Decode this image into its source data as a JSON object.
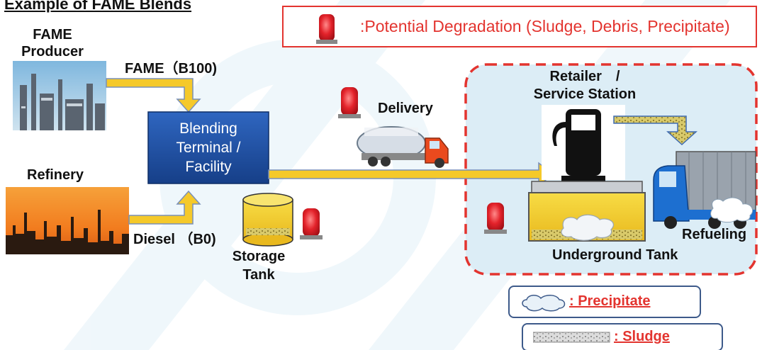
{
  "heading": "Example of FAME Blends",
  "legend_top": {
    "label": ":Potential Degradation (Sludge, Debris, Precipitate)",
    "icon": "warning-beacon-icon"
  },
  "nodes": {
    "fame_producer": {
      "line1": "FAME",
      "line2": "Producer"
    },
    "fame_flow": "FAME（B100)",
    "refinery": "Refinery",
    "diesel_flow": "Diesel （B0)",
    "blending": {
      "line1": "Blending",
      "line2": "Terminal /",
      "line3": "Facility"
    },
    "storage": {
      "line1": "Storage",
      "line2": "Tank"
    },
    "delivery": "Delivery",
    "retailer": {
      "line1": "Retailer　/",
      "line2": "Service Station"
    },
    "refueling": "Refueling",
    "underground": "Underground Tank"
  },
  "legend": {
    "precipitate": ": Precipitate",
    "sludge": ": Sludge"
  },
  "colors": {
    "accent_red": "#e3342f",
    "blend_box": "#1c4e9e",
    "arrow_yellow": "#f5c92a",
    "service_bg": "#dcedf6",
    "watermark": "#e3f1f8"
  }
}
